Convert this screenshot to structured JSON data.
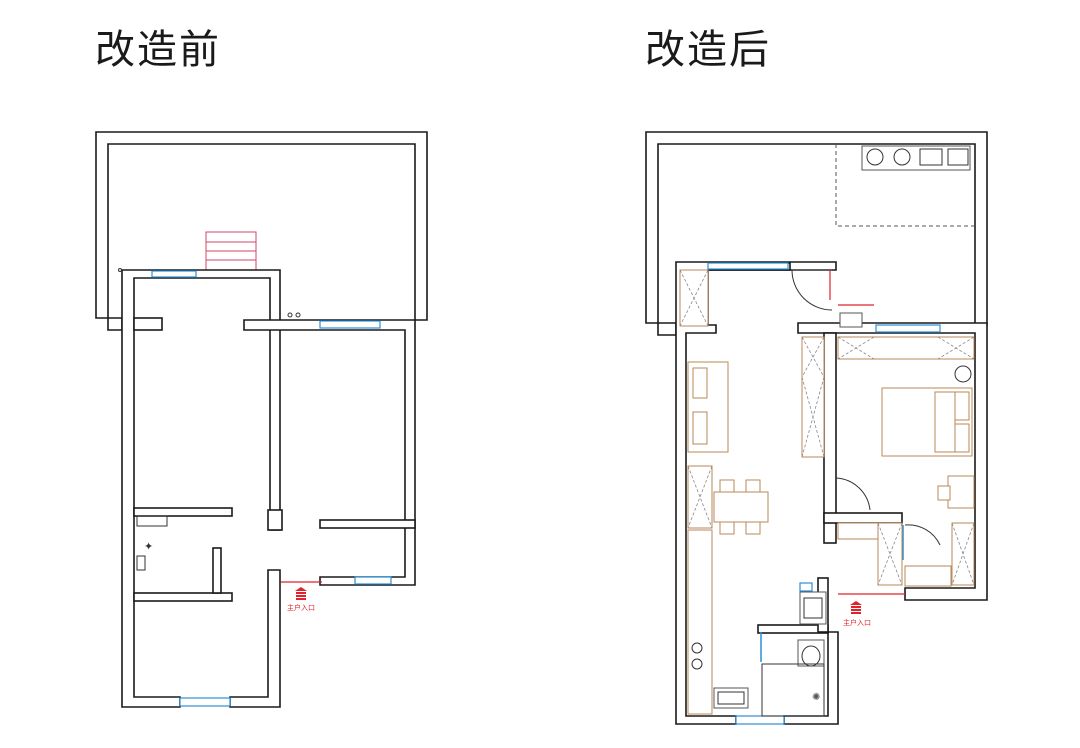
{
  "titles": {
    "before": "改造前",
    "after": "改造后"
  },
  "labels": {
    "entrance_before": "主户入口",
    "entrance_after": "主户入口"
  },
  "colors": {
    "wall": "#1a1a1a",
    "window": "#2b8fd6",
    "entrance": "#e0232b",
    "furniture": "#b98a5a"
  }
}
